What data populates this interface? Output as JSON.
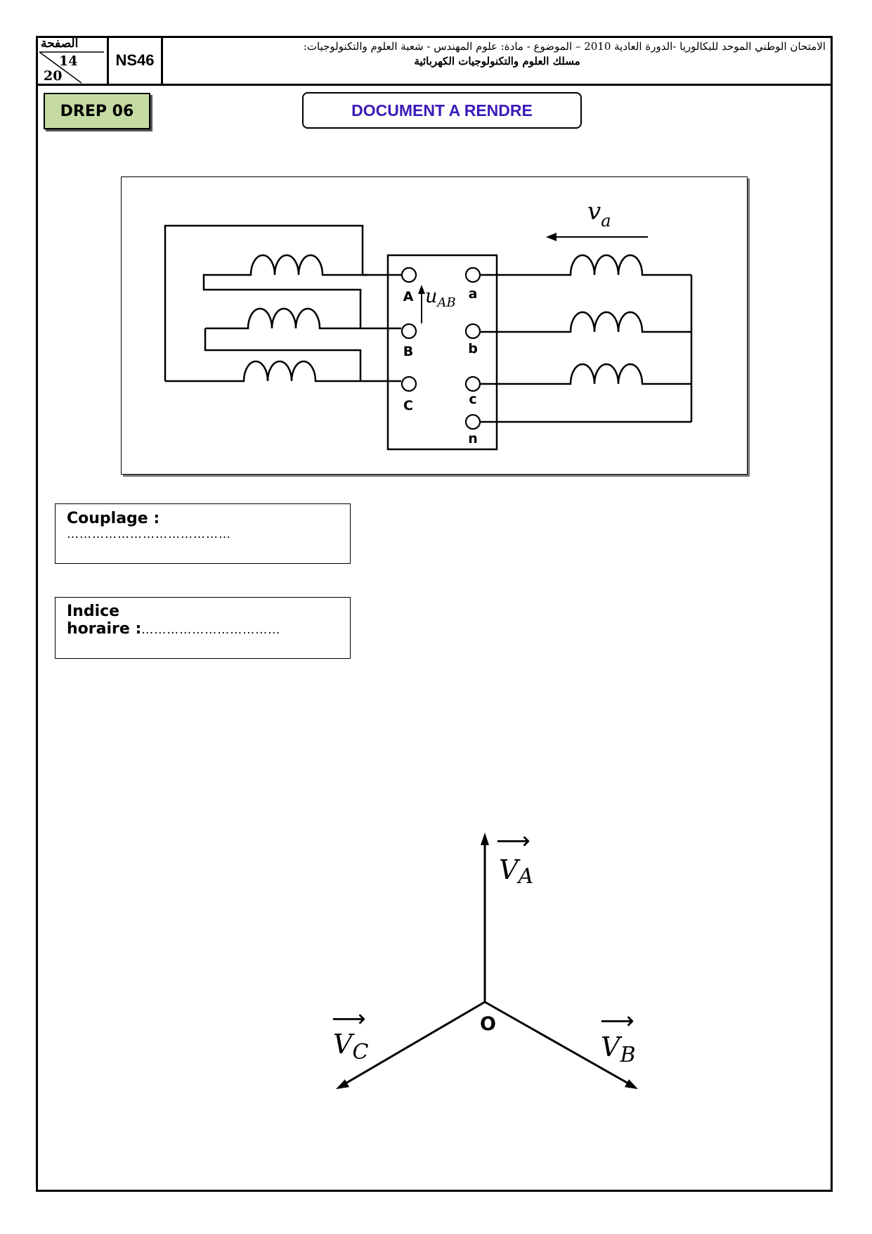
{
  "header": {
    "page_label": "الصفحة",
    "page_current": "14",
    "page_total": "20",
    "code": "NS46",
    "title_line1": "الامتحان الوطني الموحد للبكالوريا -الدورة العادية 2010 – الموضوع - مادة: علوم المهندس - شعبة العلوم والتكنولوجيات:",
    "title_line2": "مسلك العلوم والتكنولوجيات الكهربائية"
  },
  "drep_label": "DREP 06",
  "doc_title": "DOCUMENT A RENDRE",
  "circuit": {
    "primary_terminals": [
      "A",
      "B",
      "C"
    ],
    "secondary_terminals": [
      "a",
      "b",
      "c",
      "n"
    ],
    "voltage_primary": "u",
    "voltage_primary_sub": "AB",
    "voltage_secondary": "v",
    "voltage_secondary_sub": "a"
  },
  "answers": {
    "couplage_label": "Couplage :",
    "couplage_dots": "…………………………………",
    "indice_label_1": "Indice",
    "indice_label_2": "horaire :",
    "indice_dots": "……………………………"
  },
  "phasor": {
    "origin": "O",
    "va_main": "V",
    "va_sub": "A",
    "vb_main": "V",
    "vb_sub": "B",
    "vc_main": "V",
    "vc_sub": "C",
    "arrow_glyph": "⟶"
  }
}
